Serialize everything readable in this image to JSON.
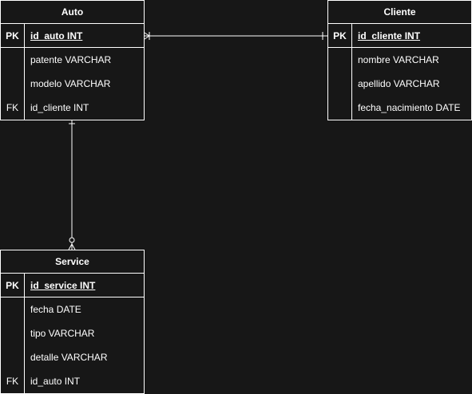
{
  "diagram": {
    "entities": {
      "auto": {
        "title": "Auto",
        "rows": [
          {
            "key": "PK",
            "attr": "id_auto INT"
          },
          {
            "key": "",
            "attr": "patente VARCHAR"
          },
          {
            "key": "",
            "attr": "modelo VARCHAR"
          },
          {
            "key": "FK",
            "attr": "id_cliente INT"
          }
        ]
      },
      "cliente": {
        "title": "Cliente",
        "rows": [
          {
            "key": "PK",
            "attr": "id_cliente INT"
          },
          {
            "key": "",
            "attr": "nombre VARCHAR"
          },
          {
            "key": "",
            "attr": "apellido VARCHAR"
          },
          {
            "key": "",
            "attr": "fecha_nacimiento DATE"
          }
        ]
      },
      "service": {
        "title": "Service",
        "rows": [
          {
            "key": "PK",
            "attr": "id_service INT"
          },
          {
            "key": "",
            "attr": "fecha DATE"
          },
          {
            "key": "",
            "attr": "tipo VARCHAR"
          },
          {
            "key": "",
            "attr": "detalle VARCHAR"
          },
          {
            "key": "FK",
            "attr": "id_auto INT"
          }
        ]
      }
    },
    "colors": {
      "background": "#171717",
      "line": "#ffffff",
      "text": "#ffffff"
    }
  }
}
